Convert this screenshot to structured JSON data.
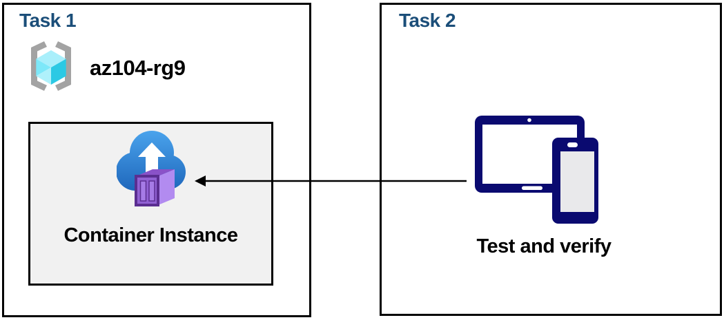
{
  "task1": {
    "title": "Task 1",
    "resource_group": {
      "name": "az104-rg9",
      "icon": "resource-group-icon"
    },
    "container": {
      "label": "Container Instance",
      "icon": "container-instance-icon"
    }
  },
  "task2": {
    "title": "Task 2",
    "devices_label": "Test and verify",
    "icon": "tablet-phone-devices-icon"
  },
  "connector": {
    "icon": "left-arrow-connector",
    "direction": "left"
  },
  "colors": {
    "title_blue": "#1B4E79",
    "device_navy": "#0A0A70",
    "bracket_gray": "#A3A3A3",
    "inner_box_bg": "#F1F1F1",
    "border_black": "#000000",
    "cloud_blue_top": "#4AA3EC",
    "cloud_blue_bottom": "#1E66BB",
    "container_front_purple": "#9161D3",
    "container_side_purple": "#B28BF0",
    "container_outline_purple": "#5B2E91",
    "cube_cyan_dark": "#2BC9E4",
    "cube_cyan_light": "#A9EFFB"
  }
}
